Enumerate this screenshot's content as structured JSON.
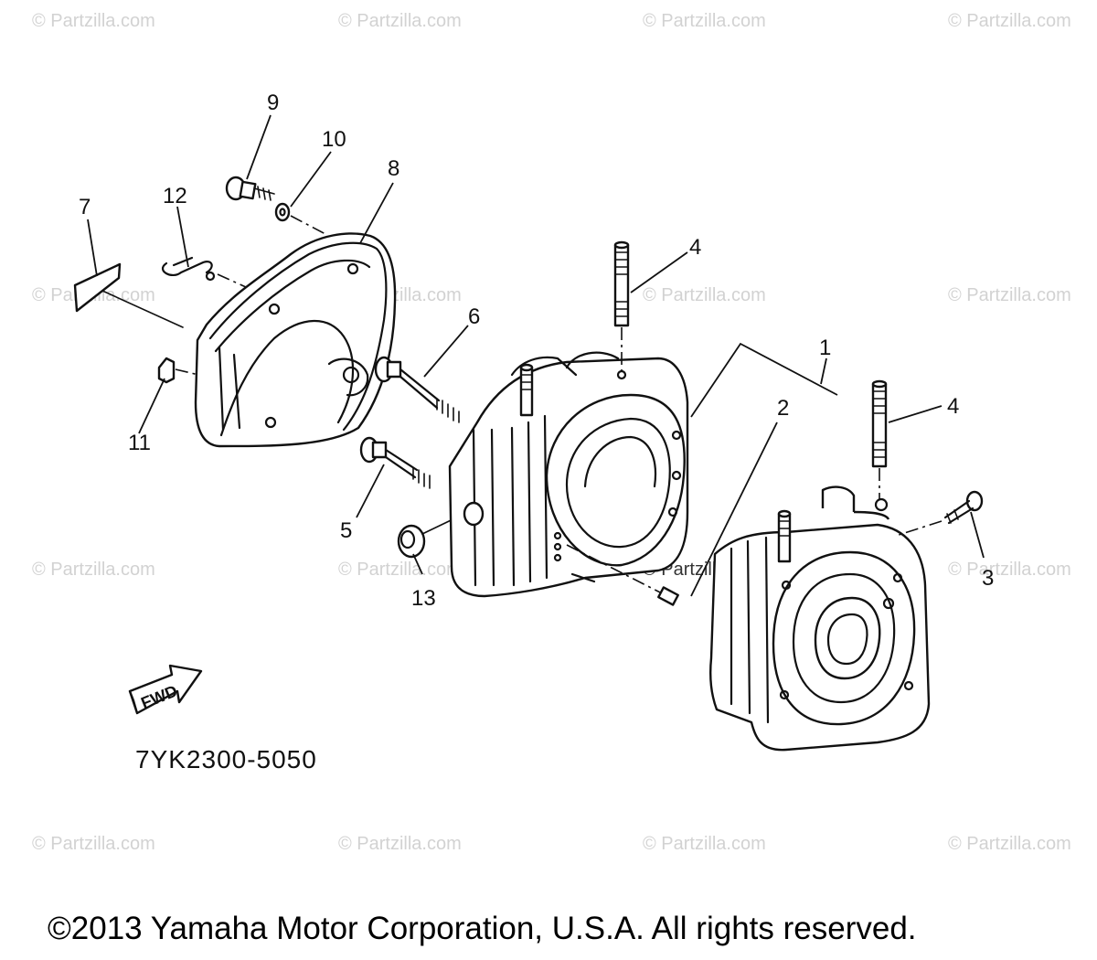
{
  "watermark": "© Partzilla.com",
  "diagram": {
    "callouts": [
      "1",
      "2",
      "3",
      "4",
      "4",
      "5",
      "6",
      "7",
      "8",
      "9",
      "10",
      "11",
      "12",
      "13"
    ],
    "fwd_label": "FWD",
    "code": "7YK2300-5050"
  },
  "copyright": "©2013  Yamaha Motor Corporation, U.S.A. All rights reserved."
}
